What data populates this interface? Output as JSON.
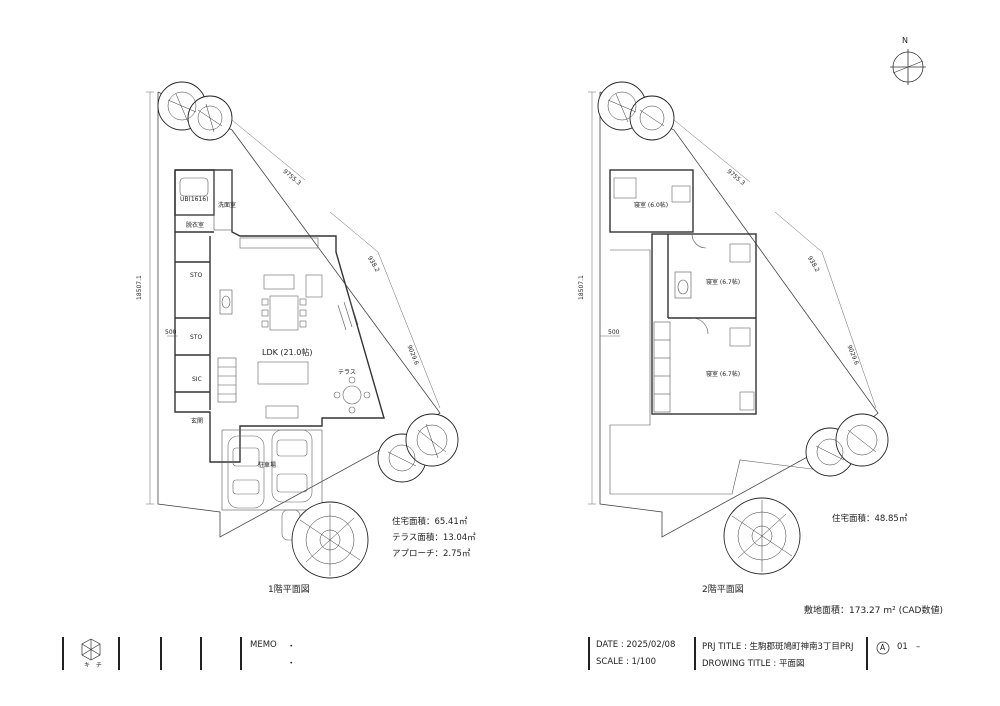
{
  "plans": {
    "floor1": {
      "caption": "1階平面図",
      "rooms": {
        "ub": "UB(1616)",
        "washroom": "洗面室",
        "dressing": "脱衣室",
        "sto1": "STO",
        "sto2": "STO",
        "sic": "SIC",
        "entrance": "玄関",
        "ldk": "LDK (21.0帖)",
        "terrace": "テラス",
        "parking": "駐車場"
      },
      "dims": {
        "depth": "18507.1",
        "setback": "500",
        "boundary_top": "9755.3",
        "boundary_mid": "938.2",
        "boundary_side": "9029.6"
      },
      "areas": {
        "house": "住宅面積：65.41㎡",
        "terrace": "テラス面積：13.04㎡",
        "approach": "アプローチ：2.75㎡"
      }
    },
    "floor2": {
      "caption": "2階平面図",
      "rooms": {
        "bed1": "寝室 (6.0帖)",
        "bed2": "寝室 (6.7帖)",
        "bed3": "寝室 (6.7帖)"
      },
      "dims": {
        "depth": "18507.1",
        "setback": "500",
        "boundary_top": "9755.3",
        "boundary_mid": "938.2",
        "boundary_side": "9029.6"
      },
      "areas": {
        "house": "住宅面積：48.85㎡"
      }
    }
  },
  "site_area": "敷地面積：173.27 m² (CAD数値)",
  "north_label": "N",
  "title_block": {
    "logo_text": "キ チ",
    "memo_label": "MEMO",
    "memo_bullets": [
      "・",
      "・"
    ],
    "date": "DATE : 2025/02/08",
    "scale": "SCALE : 1/100",
    "prj_title": "PRJ TITLE : 生駒郡斑鳩町神南3丁目PRJ",
    "drawing_title": "DROWING TITLE : 平面図",
    "sheet_letter": "A",
    "sheet_number": "01",
    "sheet_suffix": "–"
  }
}
